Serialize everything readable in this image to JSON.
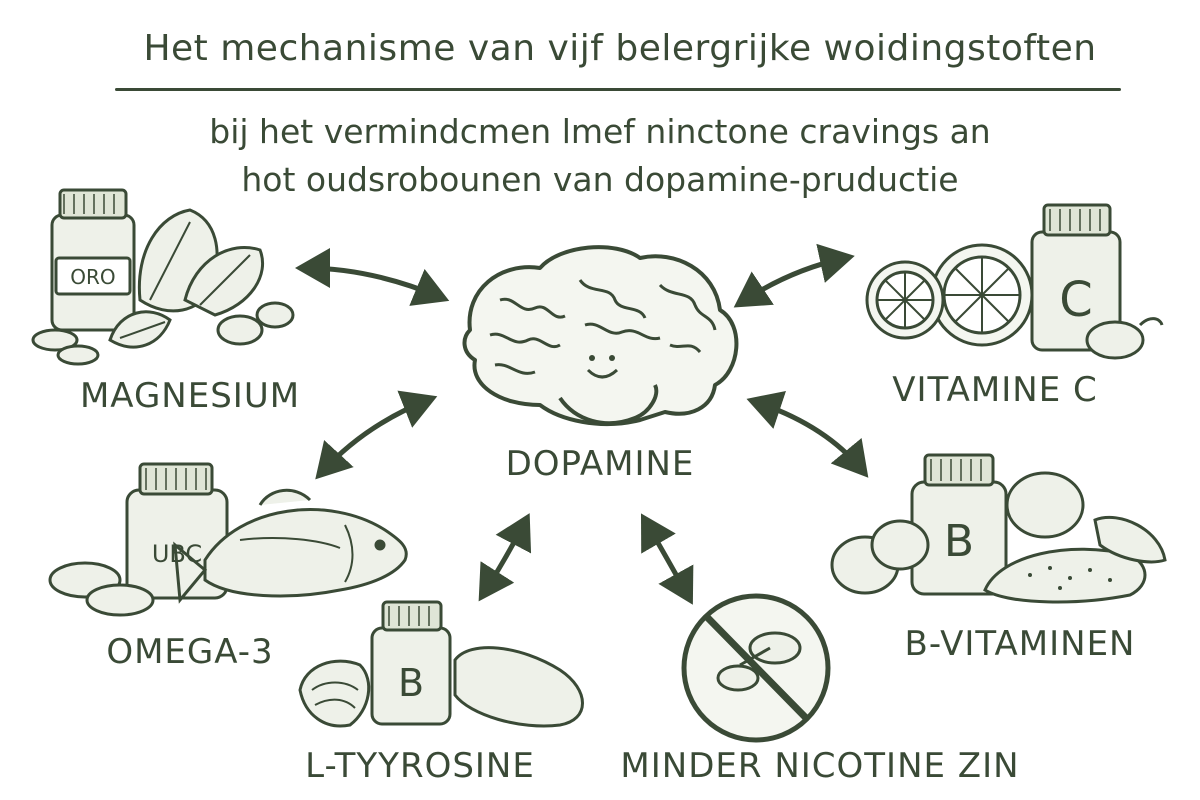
{
  "title": "Het mechanisme van vijf belergrijke woidingstoften",
  "subtitle_line1": "bij het vermindcmen lmef ninctone cravings an",
  "subtitle_line2": "hot oudsrobounen van dopamine-pruductie",
  "center": {
    "label": "DOPAMINE"
  },
  "nodes": [
    {
      "id": "magnesium",
      "label": "MAGNESIUM",
      "jar_text": "ORO"
    },
    {
      "id": "vitamine-c",
      "label": "VITAMINE C",
      "jar_text": "C"
    },
    {
      "id": "omega-3",
      "label": "OMEGA-3",
      "jar_text": "UBC"
    },
    {
      "id": "b-vitaminen",
      "label": "B-VITAMINEN",
      "jar_text": "B"
    },
    {
      "id": "l-tyrosine",
      "label": "L-TYYROSINE",
      "jar_text": "B"
    },
    {
      "id": "minder-nicotine",
      "label": "MINDER NICOTINE ZIN"
    }
  ],
  "colors": {
    "ink": "#3a4a36",
    "fill": "#eef1e9",
    "paper": "#ffffff"
  }
}
